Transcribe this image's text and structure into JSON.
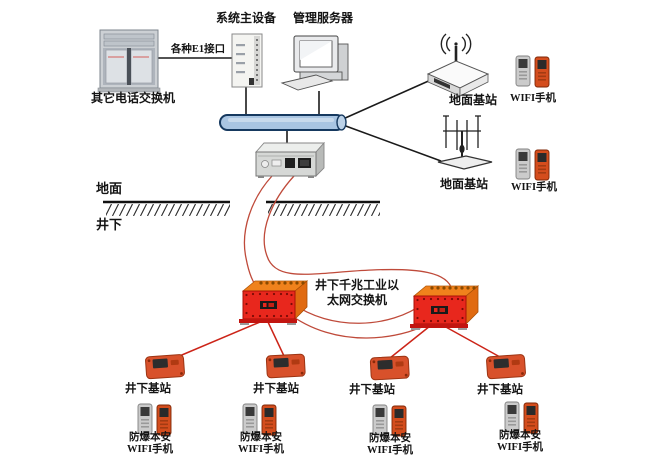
{
  "colors": {
    "background": "#ffffff",
    "bus_fill": "#a9c5e2",
    "bus_stroke": "#16395f",
    "black_line": "#1a1a1a",
    "red_curve": "#bf4a3a",
    "red_line": "#cc2418",
    "switch_front": "#e8271d",
    "switch_top": "#f0821c",
    "station_body": "#d8512b",
    "phone_silver": "#cbcbcb",
    "phone_orange": "#d44d1d"
  },
  "top_section": {
    "exchange_label": "其它电话交换机",
    "e1_label": "各种E1接口",
    "main_equipment_label": "系统主设备",
    "mgmt_server_label": "管理服务器"
  },
  "surface_section": {
    "surface_label": "地面",
    "underground_label": "井下"
  },
  "ground_stations": [
    {
      "label": "地面基站"
    },
    {
      "label": "地面基站"
    }
  ],
  "surface_phones": [
    {
      "label": "WIFI手机"
    },
    {
      "label": "WIFI手机"
    }
  ],
  "switch_label": {
    "line1": "井下千兆工业以",
    "line2": "太网交换机"
  },
  "underground_stations": [
    {
      "label": "井下基站"
    },
    {
      "label": "井下基站"
    },
    {
      "label": "井下基站"
    },
    {
      "label": "井下基站"
    }
  ],
  "underground_phones": [
    {
      "line1": "防爆本安",
      "line2": "WIFI手机"
    },
    {
      "line1": "防爆本安",
      "line2": "WIFI手机"
    },
    {
      "line1": "防爆本安",
      "line2": "WIFI手机"
    },
    {
      "line1": "防爆本安",
      "line2": "WIFI手机"
    }
  ]
}
